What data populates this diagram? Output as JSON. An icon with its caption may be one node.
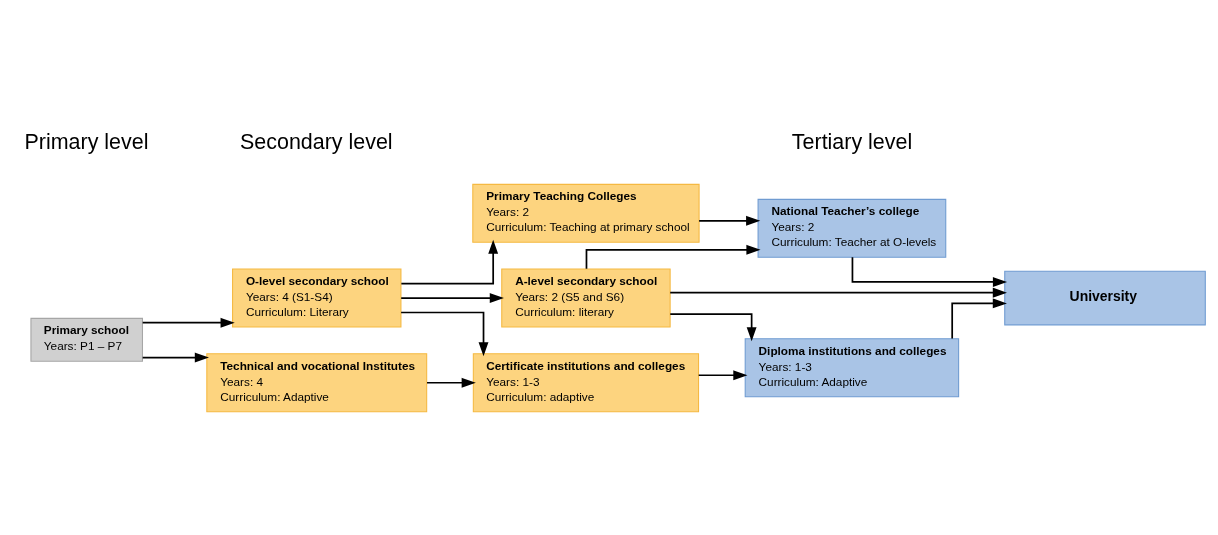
{
  "diagram": {
    "nodes": [
      {
        "text": [
          "Primary school",
          "Years: P1 – P7"
        ]
      },
      {
        "text": [
          "Primary Teaching Colleges",
          "Years: 2",
          "Curriculum: Teaching at primary school"
        ]
      },
      {
        "text": [
          "O-level secondary school",
          "Years: 4 (S1-S4)",
          "Curriculum: Literary"
        ]
      },
      {
        "text": [
          "A-level secondary school",
          "Years: 2 (S5 and S6)",
          "Curriculum: literary"
        ]
      },
      {
        "text": [
          "Certificate institutions and colleges",
          "Years: 1-3",
          "Curriculum: adaptive"
        ]
      },
      {
        "text": [
          "Technical and vocational Institutes",
          "Years: 4",
          "Curriculum: Adaptive"
        ]
      },
      {
        "text": [
          "National Teacher’s college",
          "Years: 2",
          "Curriculum: Teacher at O-levels"
        ]
      },
      {
        "text": [
          "University"
        ]
      },
      {
        "text": [
          "Diploma institutions and colleges",
          "Years: 1-3",
          "Curriculum: Adaptive"
        ]
      }
    ],
    "edges": [
      {
        "from": 0,
        "to": 2,
        "arrow": "to"
      },
      {
        "from": 0,
        "to": 5,
        "arrow": "to"
      },
      {
        "from": 2,
        "to": 1,
        "arrow": "to"
      },
      {
        "from": 2,
        "to": 3,
        "arrow": "to"
      },
      {
        "from": 2,
        "to": 4,
        "arrow": "to"
      },
      {
        "from": 5,
        "to": 4,
        "arrow": "to"
      },
      {
        "from": 1,
        "to": 6,
        "arrow": "to"
      },
      {
        "from": 3,
        "to": 6,
        "arrow": "to"
      },
      {
        "from": 3,
        "to": 7,
        "arrow": "to"
      },
      {
        "from": 3,
        "to": 8,
        "arrow": "to"
      },
      {
        "from": 4,
        "to": 8,
        "arrow": "to"
      },
      {
        "from": 6,
        "to": 7,
        "arrow": "to"
      },
      {
        "from": 8,
        "to": 7,
        "arrow": "to"
      }
    ],
    "labels": [
      "Primary level",
      "Secondary level",
      "Tertiary level"
    ]
  }
}
